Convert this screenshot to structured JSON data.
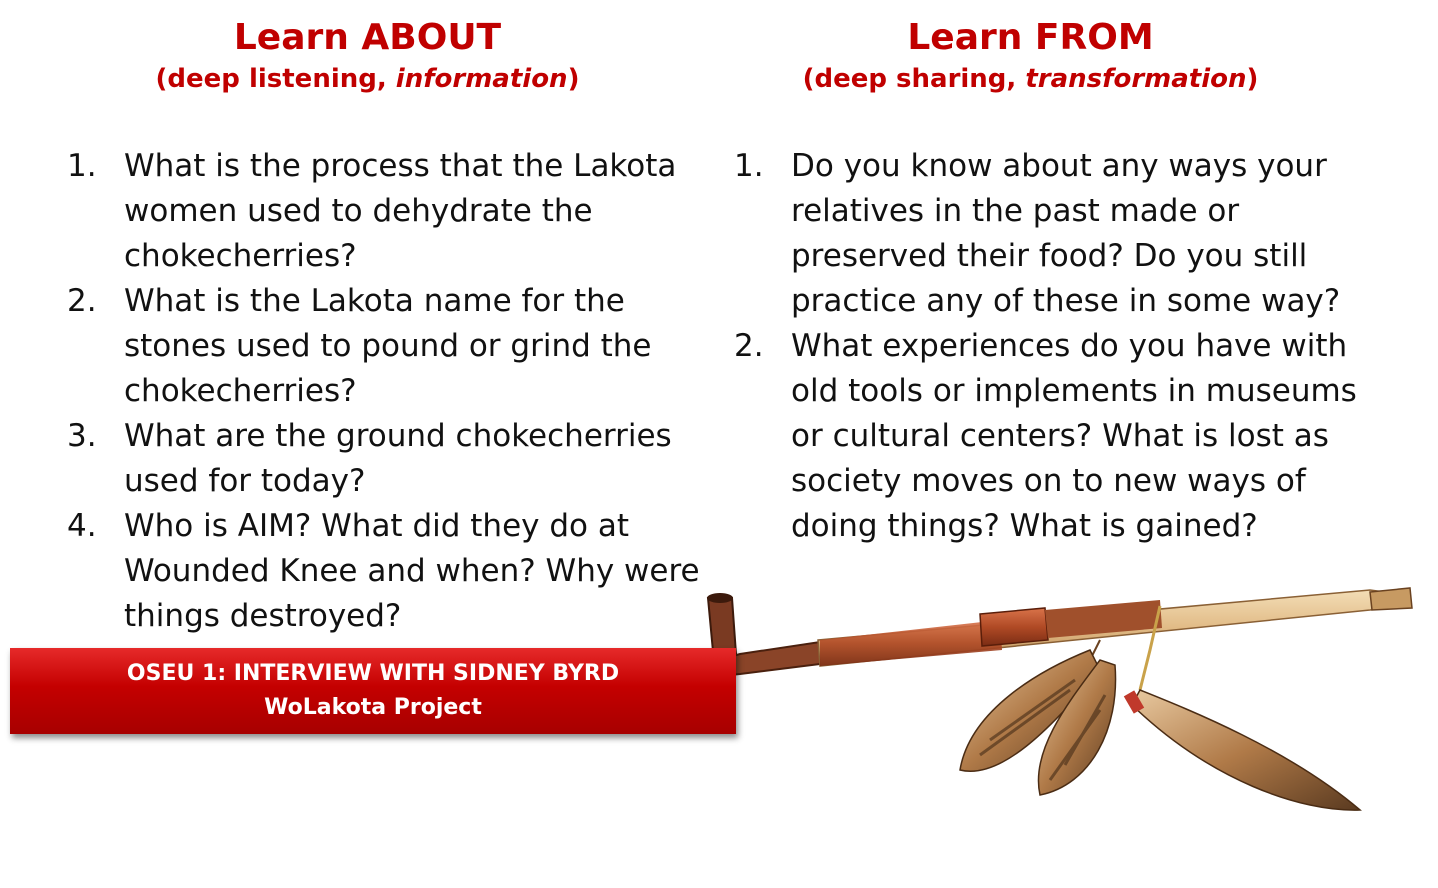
{
  "left": {
    "title": "Learn ABOUT",
    "subtitle_prefix": "(deep listening, ",
    "subtitle_italic": "information",
    "subtitle_suffix": ")",
    "questions": [
      {
        "num": "1.",
        "text": "What is the process that the Lakota women used to dehydrate the chokecherries?"
      },
      {
        "num": "2.",
        "text": "What is the Lakota name for the stones used to pound or grind the chokecherries?"
      },
      {
        "num": "3.",
        "text": "What are the ground chokecherries used for today?"
      },
      {
        "num": "4.",
        "text": "Who is AIM? What did they do at Wounded Knee and when? Why were things destroyed?"
      }
    ]
  },
  "right": {
    "title": "Learn FROM",
    "subtitle_prefix": "(deep sharing, ",
    "subtitle_italic": "transformation",
    "subtitle_suffix": ")",
    "questions": [
      {
        "num": "1.",
        "text": "Do you know about any ways your relatives in the past made or preserved their food? Do you still practice any of these in some way?"
      },
      {
        "num": "2.",
        "text": "What experiences do you have with old tools or implements in museums or cultural centers? What is lost as society moves on to new ways of doing things? What is gained?"
      }
    ]
  },
  "banner": {
    "line1": "OSEU 1: INTERVIEW WITH SIDNEY BYRD",
    "line2": "WoLakota Project"
  },
  "colors": {
    "heading": "#c00000",
    "banner": "#c40000"
  },
  "image": {
    "icon": "ceremonial-pipe-with-feathers-icon"
  }
}
